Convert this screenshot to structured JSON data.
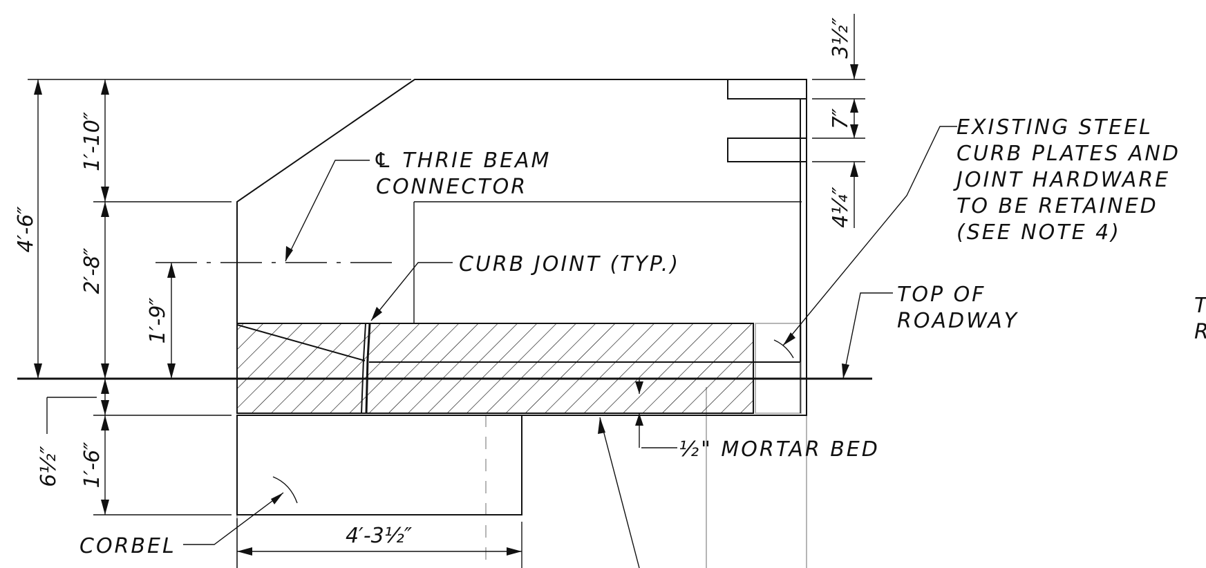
{
  "labels": {
    "thrie_beam_line1": "℄ THRIE BEAM",
    "thrie_beam_line2": "CONNECTOR",
    "curb_joint": "CURB JOINT (TYP.)",
    "existing_line1": "EXISTING STEEL",
    "existing_line2": "CURB PLATES AND",
    "existing_line3": "JOINT HARDWARE",
    "existing_line4": "TO BE RETAINED",
    "existing_line5": "(SEE NOTE 4)",
    "top_roadway_line1": "TOP OF",
    "top_roadway_line2": "ROADWAY",
    "mortar_bed": "½\" MORTAR BED",
    "corbel": "CORBEL",
    "cut_off_line1": "T",
    "cut_off_line2": "R"
  },
  "dimensions": {
    "overall_height": "4′-6″",
    "upper_height": "1′-10″",
    "middle_height": "2′-8″",
    "centerline_height": "1′-9″",
    "slab_depth": "6½″",
    "corbel_height": "1′-6″",
    "corbel_width": "4′-3½″",
    "top_offset": "3½″",
    "plate_spacing": "7″",
    "lower_offset": "4¼″"
  }
}
